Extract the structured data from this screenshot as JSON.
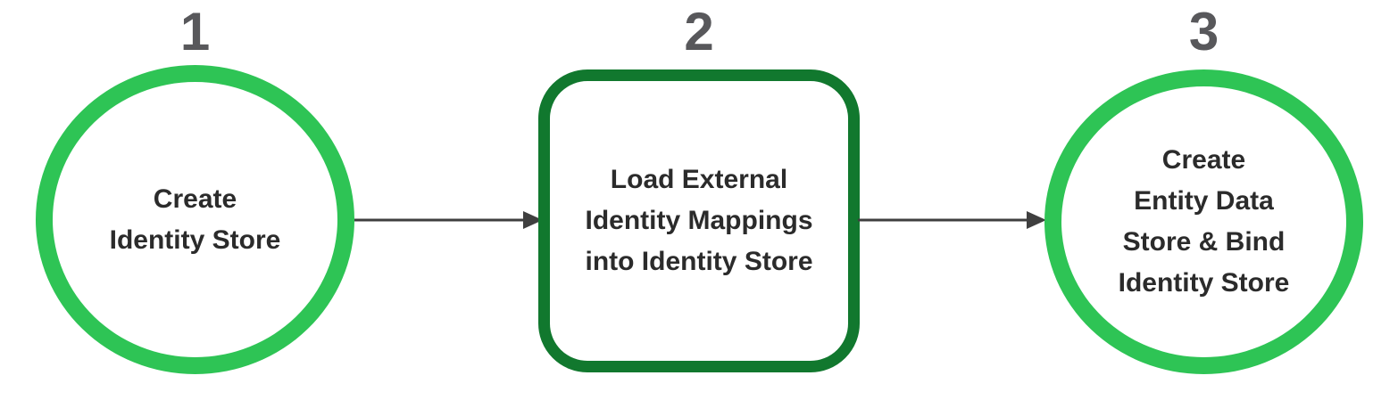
{
  "diagram": {
    "type": "process-flow",
    "steps": [
      {
        "number": "1",
        "shape": "circle",
        "label": "Create\nIdentity Store"
      },
      {
        "number": "2",
        "shape": "rounded-square",
        "label": "Load External\nIdentity Mappings\ninto Identity Store"
      },
      {
        "number": "3",
        "shape": "circle",
        "label": "Create\nEntity Data\nStore & Bind\nIdentity Store"
      }
    ],
    "connectors": [
      {
        "from": "1",
        "to": "2",
        "style": "arrow-right"
      },
      {
        "from": "2",
        "to": "3",
        "style": "arrow-right"
      }
    ],
    "colors": {
      "circle_border": "#2ec455",
      "box_border": "#11782e",
      "number_text": "#58585b",
      "label_text": "#2b2b2b",
      "arrow": "#3f3f3f",
      "background": "#ffffff"
    }
  }
}
